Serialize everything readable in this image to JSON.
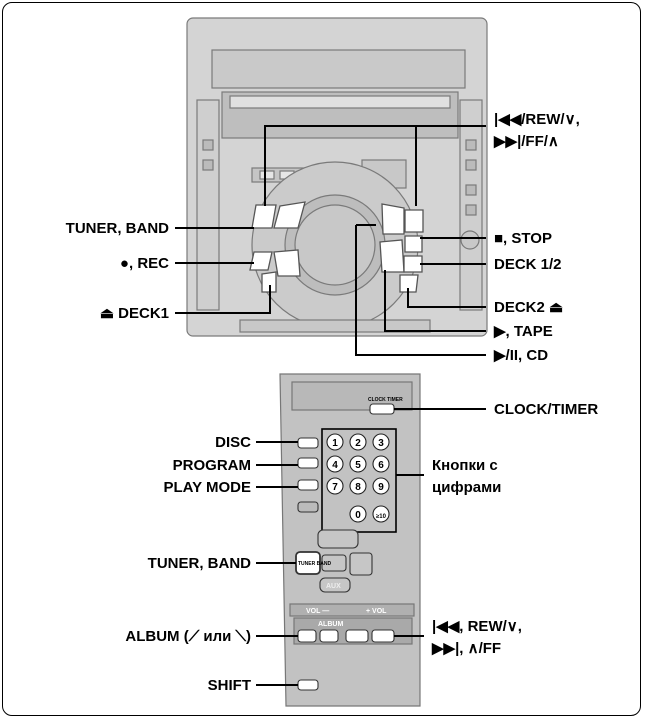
{
  "labels": {
    "skip_rew_line1": "|◀◀/REW/∨,",
    "skip_ff_line2": "▶▶|/FF/∧",
    "tuner_band_top": "TUNER, BAND",
    "stop": "■, STOP",
    "rec": "●, REC",
    "deck12": "DECK 1/2",
    "deck1": "⏏ DECK1",
    "deck2": "DECK2 ⏏",
    "tape": "▶, TAPE",
    "cd": "▶/II, CD",
    "clock_timer": "CLOCK/TIMER",
    "disc": "DISC",
    "program": "PROGRAM",
    "play_mode": "PLAY MODE",
    "numeric_line1": "Кнопки с",
    "numeric_line2": "цифрами",
    "tuner_band_remote": "TUNER, BAND",
    "album": "ALBUM (⟋ или ⟍)",
    "remote_skip_line1": "|◀◀, REW/∨,",
    "remote_skip_line2": "▶▶|, ∧/FF",
    "shift": "SHIFT"
  },
  "remote_keys": {
    "digits": [
      "1",
      "2",
      "3",
      "4",
      "5",
      "6",
      "7",
      "8",
      "9",
      "0",
      "≥10"
    ],
    "clock_timer_key": "CLOCK TIMER",
    "tuner_key": "TUNER BAND",
    "aux_key": "AUX",
    "vol_minus": "VOL —",
    "vol_plus": "+ VOL",
    "album_key": "ALBUM"
  },
  "colors": {
    "device_gray": "#d2d2d2",
    "outline": "#6a6a6a",
    "remote_gray": "#c0c0c0"
  }
}
